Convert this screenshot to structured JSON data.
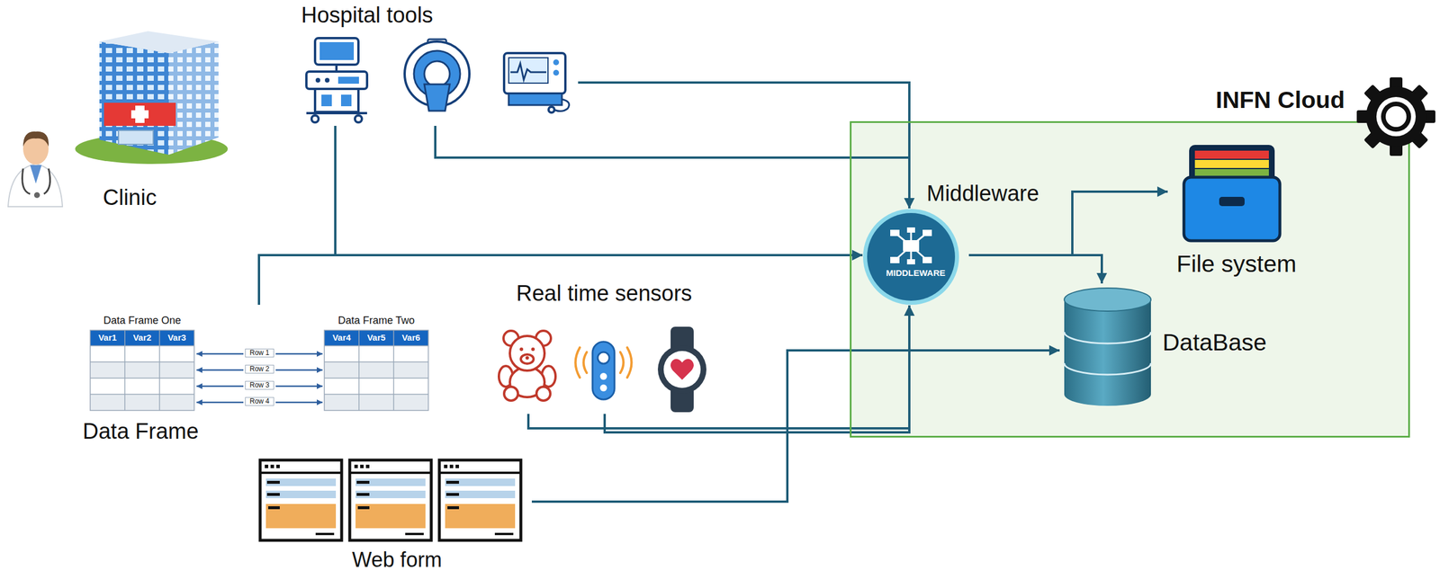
{
  "diagram": {
    "nodes": [
      {
        "text": [
          "Clinic"
        ]
      },
      {
        "text": [
          "Hospital tools"
        ]
      },
      {
        "text": [
          "Data Frame"
        ]
      },
      {
        "text": [
          "Real time sensors"
        ]
      },
      {
        "text": [
          "Web form"
        ]
      },
      {
        "text": [
          "INFN Cloud"
        ]
      },
      {
        "text": [
          "Middleware",
          "MIDDLEWARE"
        ],
        "in": 5
      },
      {
        "text": [
          "File system"
        ],
        "in": 5
      },
      {
        "text": [
          "DataBase"
        ],
        "in": 5
      }
    ],
    "edges": [
      {
        "from": 1,
        "to": 6,
        "arrow": "to"
      },
      {
        "from": 1,
        "to": 6,
        "arrow": "to"
      },
      {
        "from": 1,
        "to": 6,
        "arrow": "to"
      },
      {
        "from": 2,
        "to": 6,
        "arrow": "to"
      },
      {
        "from": 3,
        "to": 6,
        "arrow": "to"
      },
      {
        "from": 3,
        "to": 6,
        "arrow": "to"
      },
      {
        "from": 4,
        "to": 8,
        "arrow": "to"
      },
      {
        "from": 6,
        "to": 7,
        "arrow": "to"
      },
      {
        "from": 6,
        "to": 8,
        "arrow": "to"
      }
    ],
    "labels": [
      "Data Frame One",
      "Data Frame Two",
      "Var1",
      "Var2",
      "Var3",
      "Var4",
      "Var5",
      "Var6",
      "Row 1",
      "Row 2",
      "Row 3",
      "Row 4"
    ]
  }
}
